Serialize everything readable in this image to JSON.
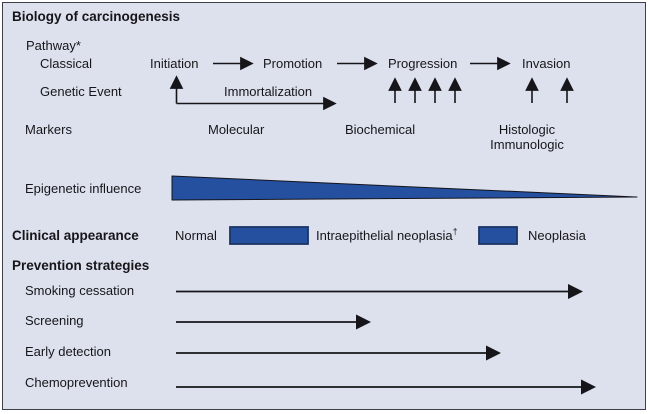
{
  "title": "Biology of carcinogenesis",
  "pathway": {
    "label": "Pathway*",
    "classical_label": "Classical",
    "stages": [
      "Initiation",
      "Promotion",
      "Progression",
      "Invasion"
    ],
    "genetic_event_label": "Genetic Event",
    "immortalization_label": "Immortalization"
  },
  "markers": {
    "label": "Markers",
    "items": [
      "Molecular",
      "Biochemical",
      "Histologic",
      "Immunologic"
    ]
  },
  "epigenetic_label": "Epigenetic influence",
  "clinical": {
    "label": "Clinical appearance",
    "normal": "Normal",
    "intraepithelial": "Intraepithelial neoplasia",
    "dagger": "†",
    "neoplasia": "Neoplasia"
  },
  "prevention": {
    "label": "Prevention strategies",
    "items": [
      "Smoking cessation",
      "Screening",
      "Early detection",
      "Chemoprevention"
    ]
  },
  "colors": {
    "accent_blue": "#24509f",
    "rect_border": "#1b3563",
    "background": "#dde1ed",
    "line": "#16161a"
  }
}
